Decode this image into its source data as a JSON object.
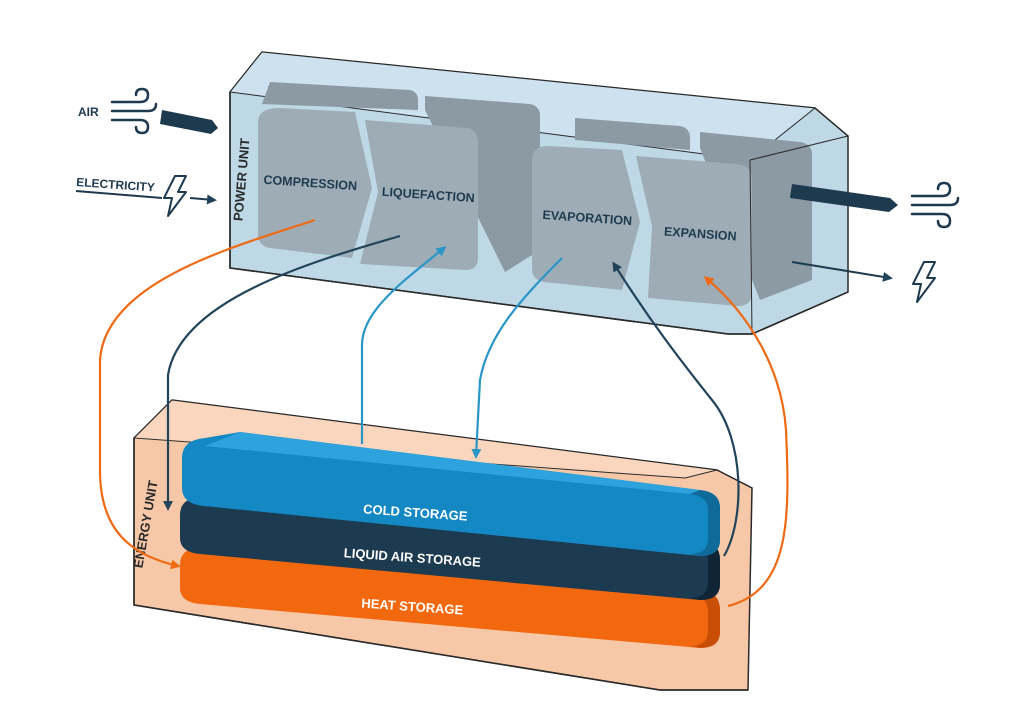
{
  "power_unit": {
    "label": "POWER UNIT",
    "stages": [
      {
        "id": "compression",
        "label": "COMPRESSION"
      },
      {
        "id": "liquefaction",
        "label": "LIQUEFACTION"
      },
      {
        "id": "evaporation",
        "label": "EVAPORATION"
      },
      {
        "id": "expansion",
        "label": "EXPANSION"
      }
    ]
  },
  "energy_unit": {
    "label": "ENERGY UNIT",
    "layers": [
      {
        "id": "cold",
        "label": "COLD STORAGE",
        "color": "#1488c2"
      },
      {
        "id": "liquid-air",
        "label": "LIQUID AIR STORAGE",
        "color": "#1c3a50"
      },
      {
        "id": "heat",
        "label": "HEAT STORAGE",
        "color": "#f2680f"
      }
    ]
  },
  "inputs": {
    "air": "AIR",
    "electricity": "ELECTRICITY"
  },
  "icons": {
    "air_in": "wind-icon",
    "electricity_in": "lightning-icon",
    "air_out": "wind-icon",
    "electricity_out": "lightning-icon"
  },
  "colors": {
    "power_box": "#bfd8e6",
    "energy_box": "#f7c8a8",
    "stage_block": "#9eacb5",
    "arrow_dark": "#22445a",
    "arrow_blue": "#2a96c8",
    "arrow_orange": "#ef6a14"
  }
}
